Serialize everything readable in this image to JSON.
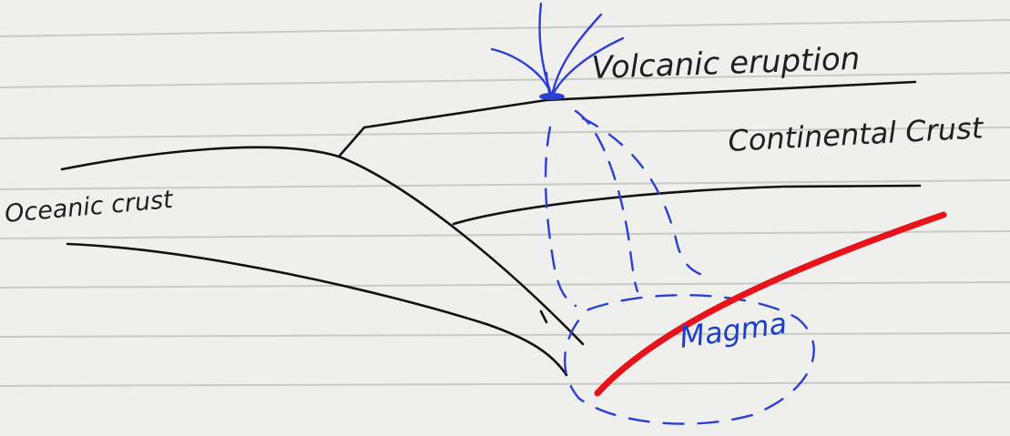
{
  "labels": {
    "volcanic_eruption": "Volcanic eruption",
    "continental_crust": "Continental Crust",
    "oceanic_crust": "Oceanic crust",
    "magma": "Magma"
  },
  "colors": {
    "paper": "#efefed",
    "ruled_line": "#c9c9c6",
    "ink": "#111111",
    "blue_ink": "#2b3fd0",
    "red_pen": "#e8121a"
  },
  "icons": {
    "eruption": "eruption-burst-icon"
  }
}
